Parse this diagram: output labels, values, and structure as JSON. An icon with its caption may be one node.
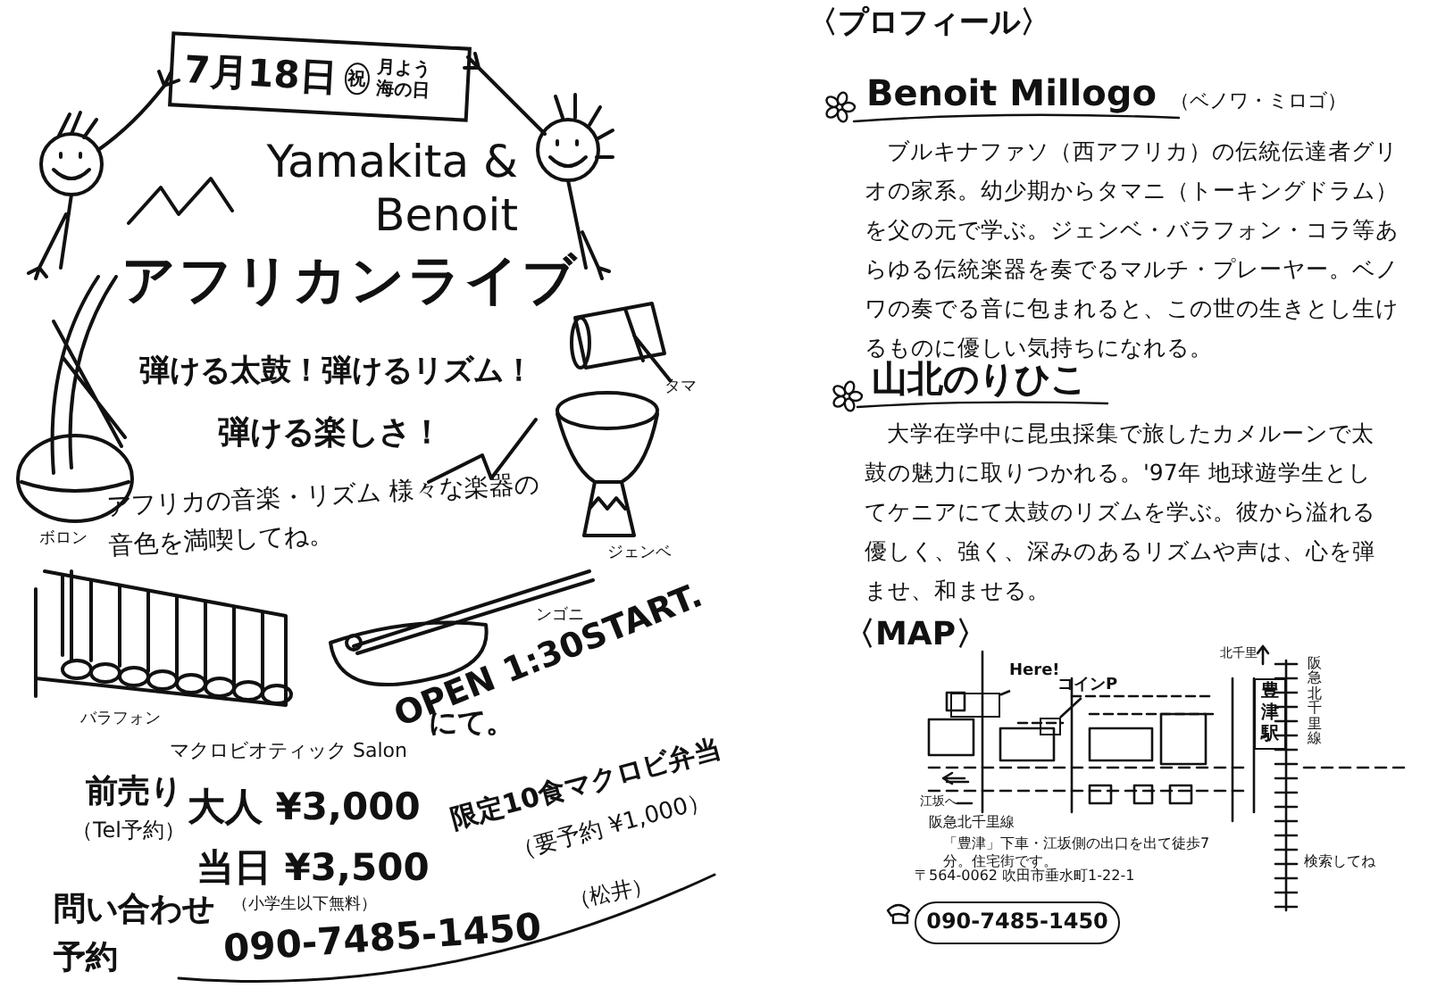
{
  "diagram": {
    "nodes": [
      {
        "text": [
          "7月18日",
          "祝",
          "月よう海の日"
        ]
      },
      {
        "text": [
          "Here!"
        ]
      },
      {
        "text": [],
        "shape": "box"
      },
      {
        "text": [
          "コインP"
        ]
      },
      {
        "text": [],
        "shape": "box"
      },
      {
        "text": [
          "豊津駅"
        ]
      },
      {
        "text": [
          "090-7485-1450"
        ]
      }
    ],
    "edges": [
      {
        "from": 1,
        "to": 2,
        "arrow": "none"
      },
      {
        "from": 3,
        "to": 4,
        "arrow": "none"
      }
    ],
    "labels": [
      "Yamakita & Benoit",
      "アフリカンライブ",
      "弾ける太鼓！弾けるリズム！",
      "弾ける楽しさ！",
      "タマ",
      "ボロン",
      "アフリカの音楽・リズム 様々な楽器の音色を満喫してね。",
      "ジェンベ",
      "バラフォン",
      "ンゴニ",
      "OPEN 1:30START.",
      "マクロビオティック Salon",
      "にて。",
      "限定10食マクロビ弁当",
      "（要予約 ¥1,000）",
      "前売り",
      "（Tel予約）",
      "大人 ¥3,000",
      "当日 ¥3,500",
      "（小学生以下無料）",
      "問い合わせ予約",
      "090-7485-1450",
      "（松井）",
      "〈プロフィール〉",
      "Benoit Millogo",
      "（ベノワ・ミロゴ）",
      "ブルキナファソ（西アフリカ）の伝統伝達者グリオの家系。幼少期からタマニ（トーキングドラム）を父の元で学ぶ。ジェンベ・バラフォン・コラ等あらゆる伝統楽器を奏でるマルチ・プレーヤー。ベノワの奏でる音に包まれると、この世の生きとし生けるものに優しい気持ちになれる。",
      "山北のりひこ",
      "大学在学中に昆虫採集で旅したカメルーンで太鼓の魅力に取りつかれる。'97年 地球遊学生としてケニアにて太鼓のリズムを学ぶ。彼から溢れる優しく、強く、深みのあるリズムや声は、心を弾ませ、和ませる。",
      "〈MAP〉",
      "北千里",
      "阪急北千里線",
      "江坂へ",
      "阪急北千里線",
      "「豊津」下車・江坂側の出口を出て徒歩7分。住宅街です。",
      "〒564-0062 吹田市垂水町1-22-1",
      "検索してね"
    ]
  }
}
